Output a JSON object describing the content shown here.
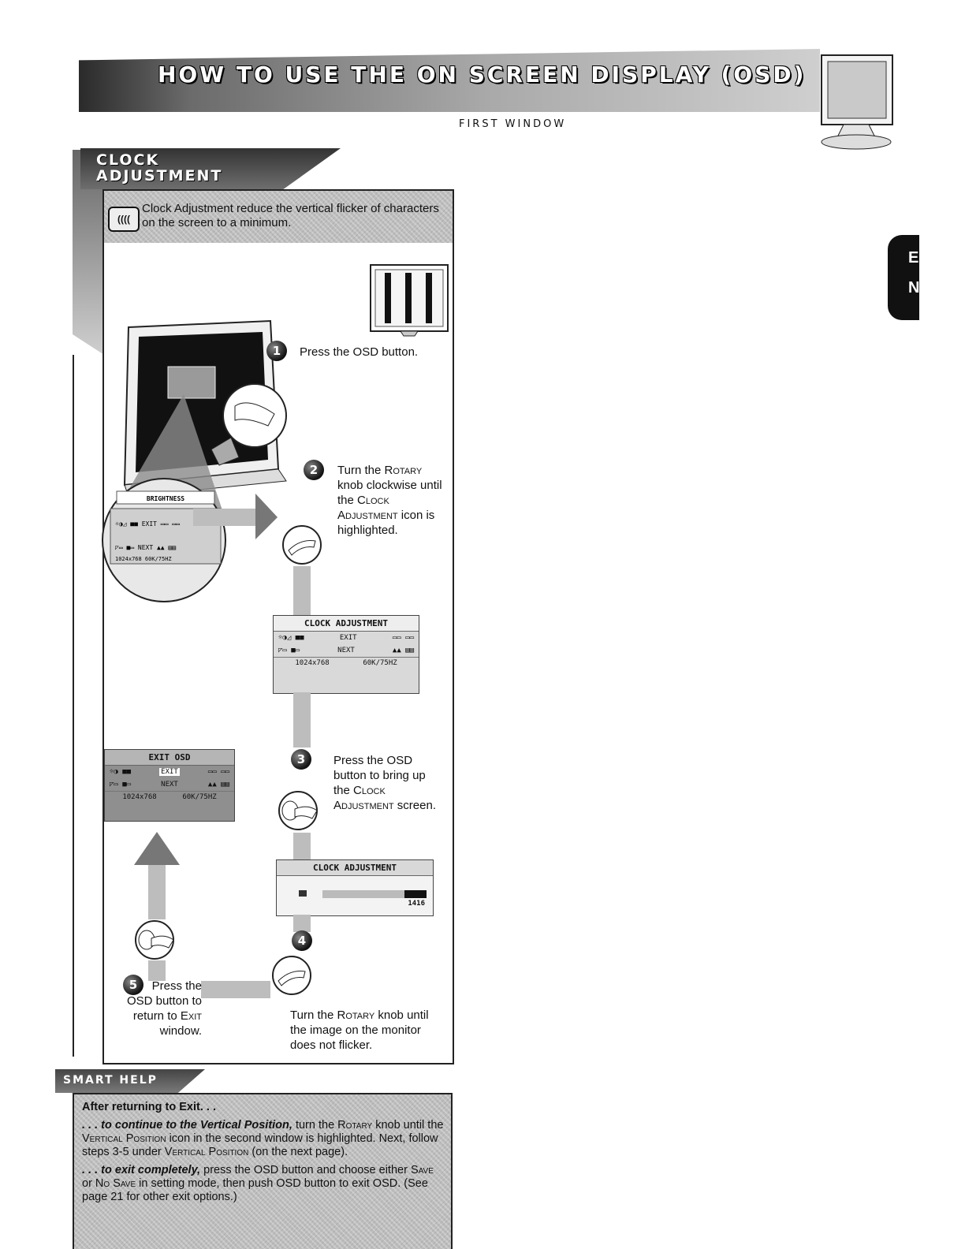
{
  "header": {
    "title": "How to Use the On Screen Display (OSD)",
    "subtitle": "First window"
  },
  "section": {
    "title_line1": "Clock",
    "title_line2": "Adjustment",
    "intro": "Clock Adjustment reduce the vertical flicker of characters on the screen to a minimum."
  },
  "steps": {
    "s1": {
      "num": "1",
      "text": "Press the OSD button."
    },
    "s2": {
      "num": "2",
      "text_a": "Turn the ",
      "rotary": "Rotary",
      "text_b": " knob clockwise until the ",
      "clock_adj": "Clock Adjustment",
      "text_c": " icon is highlighted."
    },
    "s3": {
      "num": "3",
      "text_a": "Press the OSD button to bring up the ",
      "clock_adj": "Clock Adjustment",
      "text_b": " screen."
    },
    "s4": {
      "num": "4",
      "text_a": "Turn the ",
      "rotary": "Rotary",
      "text_b": " knob until the image on the monitor does not flicker."
    },
    "s5": {
      "num": "5",
      "text_a": "Press the OSD button to return to ",
      "exit": "Exit",
      "text_b": " window."
    }
  },
  "osd": {
    "brightness_title": "BRIGHTNESS",
    "clock_title": "CLOCK ADJUSTMENT",
    "exit_title": "EXIT OSD",
    "exit_label": "EXIT",
    "next_label": "NEXT",
    "resolution": "1024x768",
    "frequency": "60K/75HZ",
    "slider_title": "CLOCK ADJUSTMENT",
    "slider_value": "1416"
  },
  "smart_help": {
    "title": "Smart Help",
    "heading": "After returning to Exit. . .",
    "p1_lead": ". . . to continue to the Vertical Position,",
    "p1_a": " turn the ",
    "p1_rotary": "Rotary",
    "p1_b": " knob until the ",
    "p1_vp": "Vertical Position",
    "p1_c": " icon in the second window is highlighted. Next, follow steps 3-5 under ",
    "p1_vp2": "Vertical Position",
    "p1_d": " (on the next page).",
    "p2_lead": ". . . to exit completely,",
    "p2_a": " press the OSD button and choose either ",
    "p2_save": "Save",
    "p2_b": " or ",
    "p2_nosave": "No Save",
    "p2_c": " in setting mode, then push OSD button to exit OSD. (See page 21 for other exit options.)"
  },
  "side_tab": {
    "line1": "E",
    "line2": "N"
  },
  "colors": {
    "band_dark": "#2a2a2a",
    "band_light": "#cfcfcf",
    "flow_grey": "#bdbdbd"
  }
}
